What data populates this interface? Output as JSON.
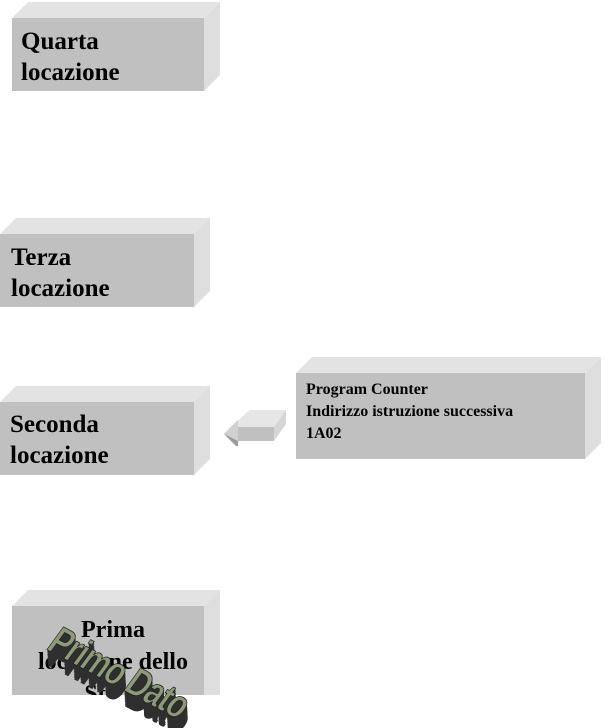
{
  "boxes": {
    "quarta": [
      "Quarta",
      "locazione"
    ],
    "terza": [
      "Terza",
      "locazione"
    ],
    "seconda": [
      "Seconda",
      "locazione"
    ],
    "prima": [
      "Prima",
      "locazione dello",
      "Stack"
    ]
  },
  "program_counter": {
    "title": "Program Counter",
    "subtitle": "Indirizzo istruzione successiva",
    "value": "1A02"
  },
  "wordart": "Primo Dato",
  "colors": {
    "box_front": "#c0c0c0",
    "box_top": "#e3e3e3",
    "box_side": "#dedede"
  }
}
